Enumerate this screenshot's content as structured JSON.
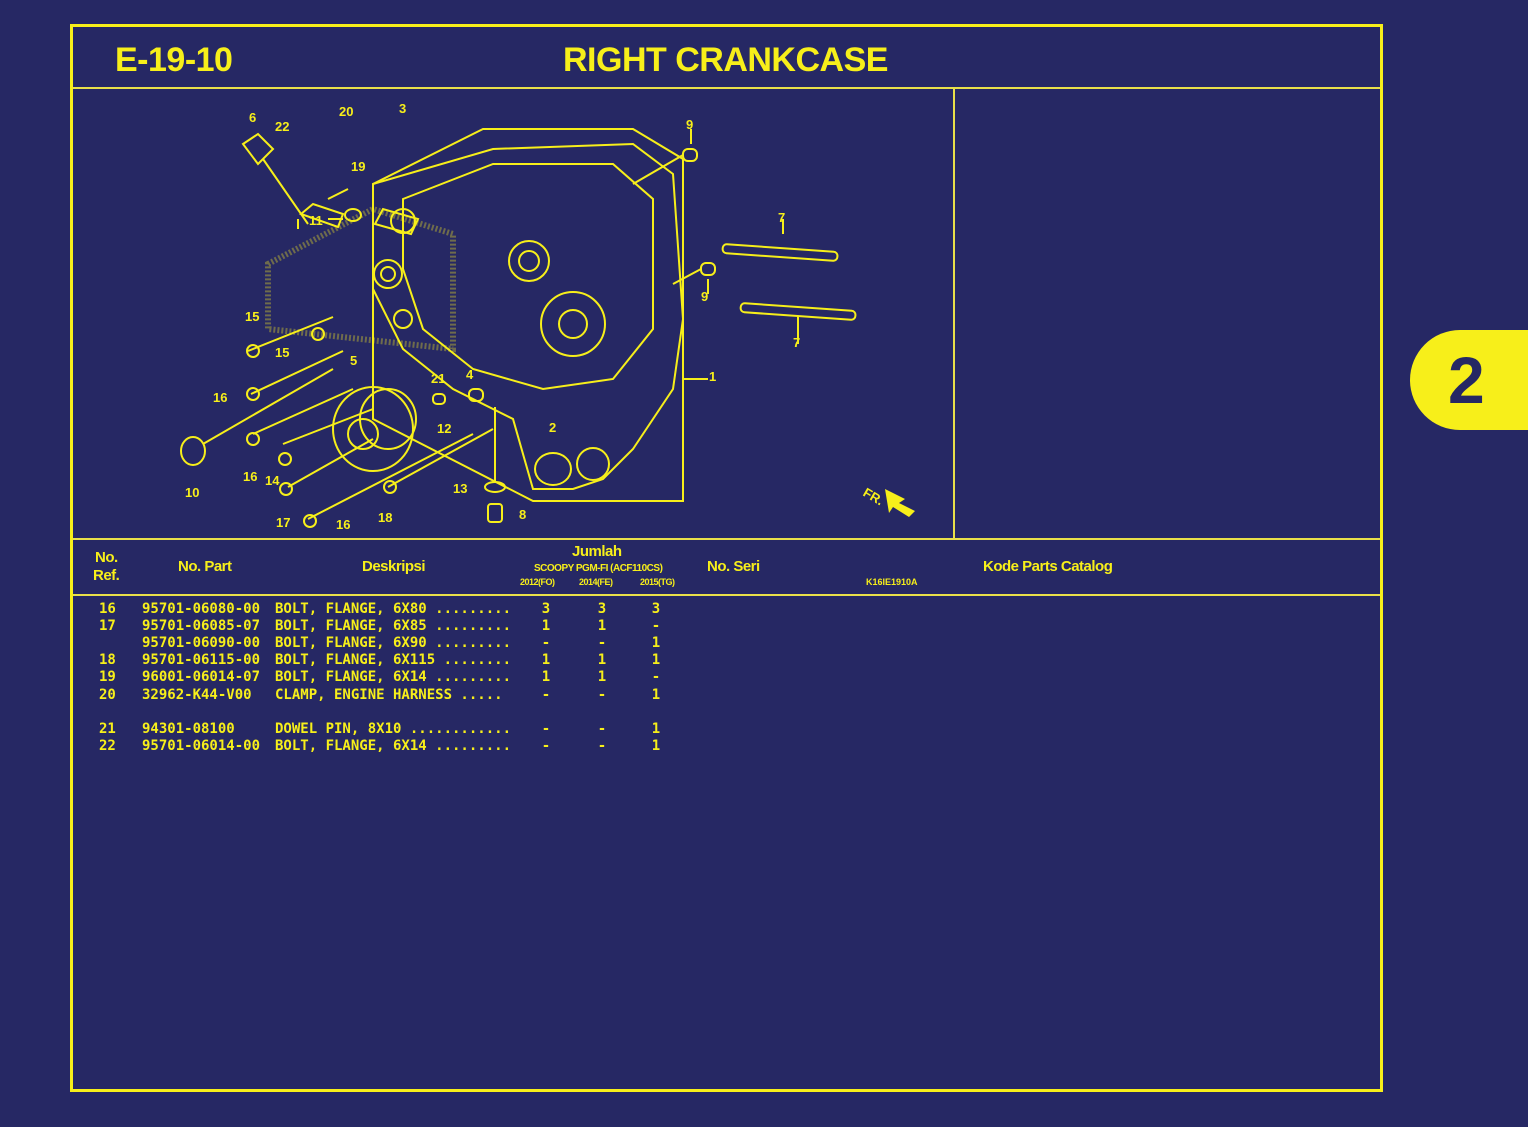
{
  "page": {
    "code": "E-19-10",
    "title": "RIGHT CRANKCASE",
    "section_tab": "2"
  },
  "diagram": {
    "figure_code": "K16IE1910A",
    "direction_label": "FR.",
    "callouts": [
      "1",
      "2",
      "3",
      "4",
      "5",
      "6",
      "7",
      "7",
      "8",
      "9",
      "9",
      "10",
      "11",
      "12",
      "13",
      "14",
      "15",
      "15",
      "16",
      "16",
      "16",
      "16",
      "17",
      "18",
      "19",
      "20",
      "21",
      "22"
    ]
  },
  "table": {
    "headers": {
      "no_ref_1": "No.",
      "no_ref_2": "Ref.",
      "no_part": "No. Part",
      "deskripsi": "Deskripsi",
      "jumlah": "Jumlah",
      "model": "SCOOPY PGM-FI (ACF110CS)",
      "year_1": "2012(FO)",
      "year_2": "2014(FE)",
      "year_3": "2015(TG)",
      "no_seri": "No. Seri",
      "kode_parts_catalog": "Kode Parts Catalog"
    },
    "rows": [
      {
        "ref": "16",
        "part": "95701-06080-00",
        "desc": "BOLT, FLANGE, 6X80 .........",
        "q1": "3",
        "q2": "3",
        "q3": "3"
      },
      {
        "ref": "17",
        "part": "95701-06085-07",
        "desc": "BOLT, FLANGE, 6X85 .........",
        "q1": "1",
        "q2": "1",
        "q3": "-"
      },
      {
        "ref": "",
        "part": "95701-06090-00",
        "desc": "BOLT, FLANGE, 6X90 .........",
        "q1": "-",
        "q2": "-",
        "q3": "1"
      },
      {
        "ref": "18",
        "part": "95701-06115-00",
        "desc": "BOLT, FLANGE, 6X115 ........",
        "q1": "1",
        "q2": "1",
        "q3": "1"
      },
      {
        "ref": "19",
        "part": "96001-06014-07",
        "desc": "BOLT, FLANGE, 6X14 .........",
        "q1": "1",
        "q2": "1",
        "q3": "-"
      },
      {
        "ref": "20",
        "part": "32962-K44-V00",
        "desc": "CLAMP, ENGINE HARNESS .....",
        "q1": "-",
        "q2": "-",
        "q3": "1"
      },
      {
        "ref": "21",
        "part": "94301-08100",
        "desc": "DOWEL PIN, 8X10 ............",
        "q1": "-",
        "q2": "-",
        "q3": "1"
      },
      {
        "ref": "22",
        "part": "95701-06014-00",
        "desc": "BOLT, FLANGE, 6X14 .........",
        "q1": "-",
        "q2": "-",
        "q3": "1"
      }
    ]
  },
  "colors": {
    "background": "#262864",
    "accent": "#f7ef1a"
  }
}
